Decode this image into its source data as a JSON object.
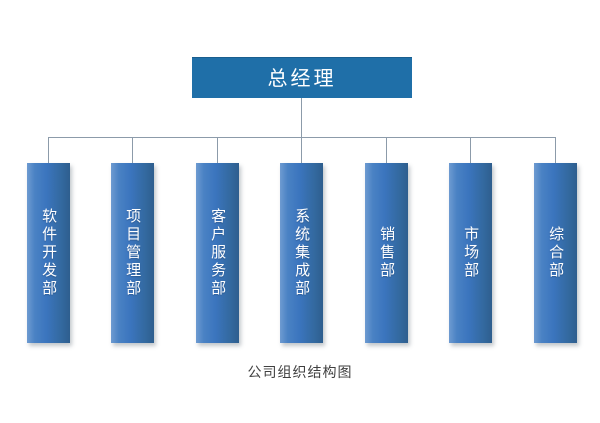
{
  "chart": {
    "caption": "公司组织结构图",
    "root": {
      "label": "总经理",
      "fill_color": "#1F6FA8",
      "text_color": "#FFFFFF"
    },
    "connector_color": "#8C9BAA",
    "background_color": "#FFFFFF",
    "departments": [
      {
        "label": "软件开发部"
      },
      {
        "label": "项目管理部"
      },
      {
        "label": "客户服务部"
      },
      {
        "label": "系统集成部"
      },
      {
        "label": "销售部"
      },
      {
        "label": "市场部"
      },
      {
        "label": "综合部"
      }
    ],
    "department_fill_start": "#6E9BD1",
    "department_fill_end": "#2E5E8E",
    "department_text_color": "#FFFFFF"
  }
}
